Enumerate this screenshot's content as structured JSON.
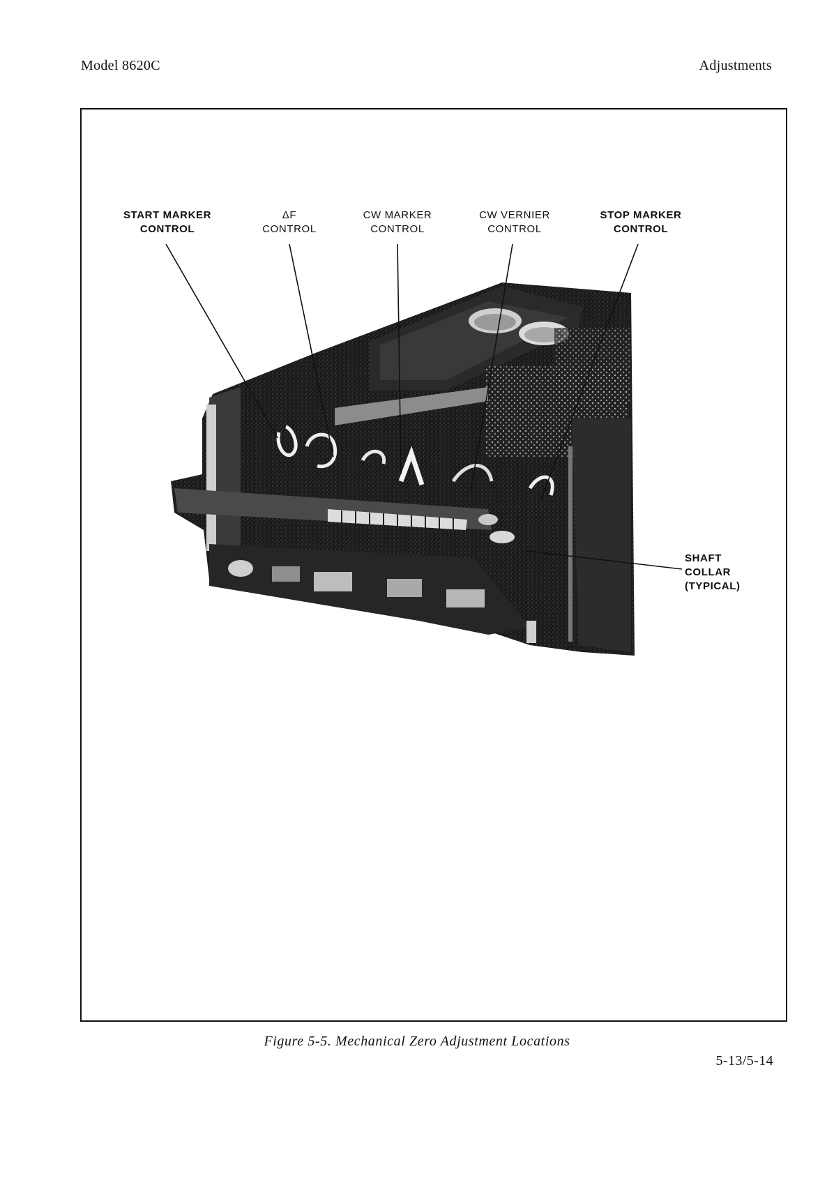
{
  "header": {
    "left": "Model 8620C",
    "right": "Adjustments"
  },
  "figure": {
    "labels": {
      "start_marker": [
        "START MARKER",
        "CONTROL"
      ],
      "delta_f": [
        "ΔF",
        "CONTROL"
      ],
      "cw_marker": [
        "CW MARKER",
        "CONTROL"
      ],
      "cw_vernier": [
        "CW VERNIER",
        "CONTROL"
      ],
      "stop_marker": [
        "STOP MARKER",
        "CONTROL"
      ],
      "shaft_collar": [
        "SHAFT",
        "COLLAR",
        "(TYPICAL)"
      ]
    },
    "caption": "Figure 5-5.  Mechanical Zero Adjustment Locations"
  },
  "footer": {
    "page_number": "5-13/5-14"
  }
}
